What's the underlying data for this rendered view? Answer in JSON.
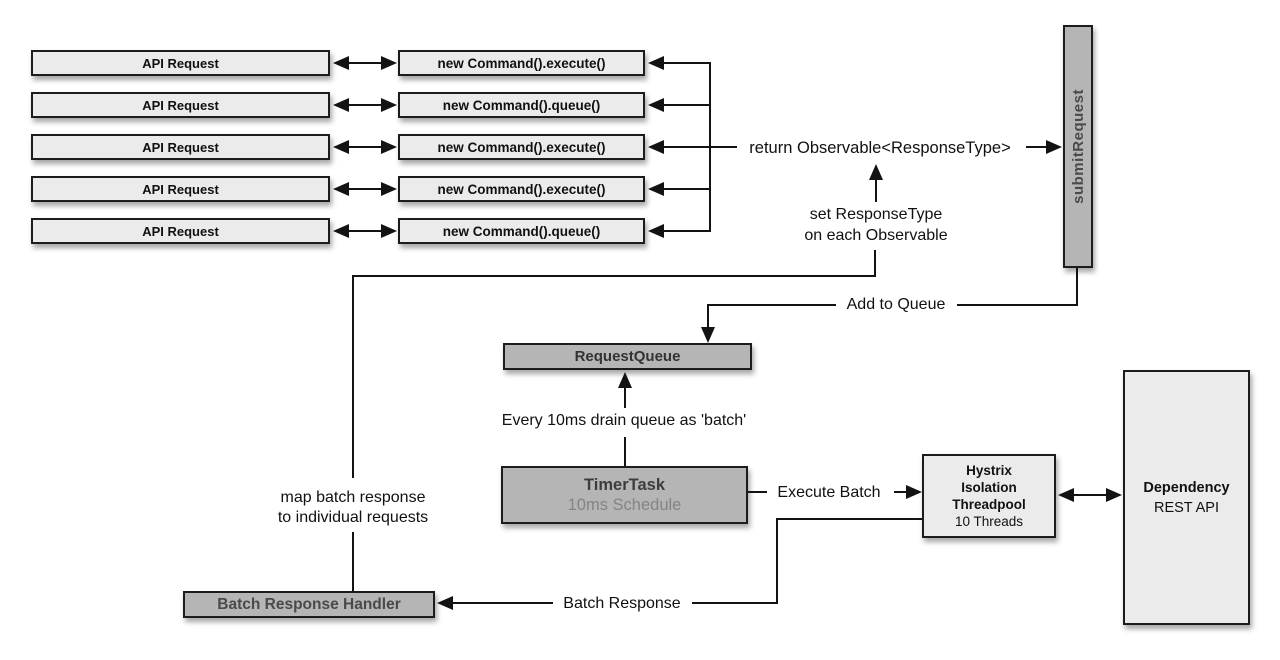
{
  "colors": {
    "background": "#ffffff",
    "box_light_fill": "#ebebeb",
    "box_gray_fill": "#b5b5b5",
    "box_border": "#1c1c1c",
    "line": "#131313",
    "muted_text": "#848484",
    "dark_gray_text": "#4a4a4a"
  },
  "rows": [
    {
      "left": "API Request",
      "right": "new Command().execute()"
    },
    {
      "left": "API Request",
      "right": "new Command().queue()"
    },
    {
      "left": "API Request",
      "right": "new Command().execute()"
    },
    {
      "left": "API Request",
      "right": "new Command().execute()"
    },
    {
      "left": "API Request",
      "right": "new Command().queue()"
    }
  ],
  "nodes": {
    "submit_request": "submitRequest",
    "request_queue": "RequestQueue",
    "timer_task": {
      "title": "TimerTask",
      "subtitle": "10ms Schedule"
    },
    "hystrix": {
      "line1": "Hystrix",
      "line2": "Isolation",
      "line3": "Threadpool",
      "line4": "10 Threads"
    },
    "dependency": {
      "title": "Dependency",
      "subtitle": "REST API"
    },
    "batch_response_handler": "Batch Response Handler"
  },
  "labels": {
    "return_observable": "return Observable<ResponseType>",
    "set_response_type_line1": "set ResponseType",
    "set_response_type_line2": "on each Observable",
    "add_to_queue": "Add to Queue",
    "drain_queue": "Every 10ms drain queue as 'batch'",
    "execute_batch": "Execute Batch",
    "batch_response": "Batch Response",
    "map_batch_line1": "map batch response",
    "map_batch_line2": "to individual requests"
  }
}
